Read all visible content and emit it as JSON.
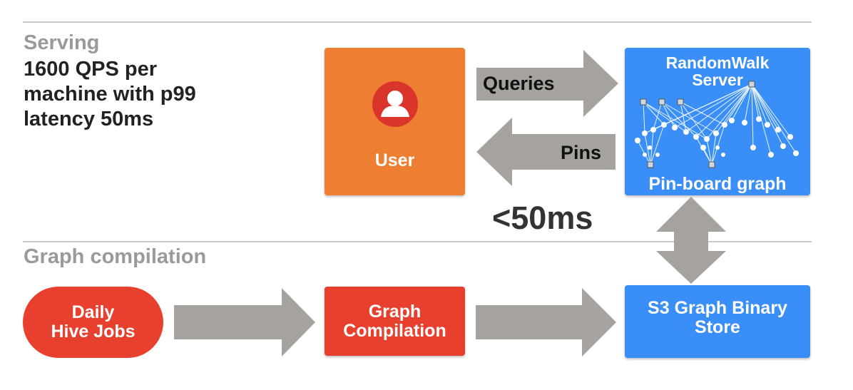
{
  "serving": {
    "title": "Serving",
    "description_lines": [
      "1600 QPS per",
      "machine with p99",
      "latency 50ms"
    ]
  },
  "compilation": {
    "title": "Graph compilation"
  },
  "nodes": {
    "user": {
      "label": "User",
      "color": "#EE7E32"
    },
    "randomwalk": {
      "label": "RandomWalk\nServer",
      "sublabel": "Pin-board graph",
      "color": "#3A8EF7"
    },
    "daily_hive": {
      "label": "Daily\nHive Jobs",
      "color": "#E8402F"
    },
    "graph_compilation": {
      "label": "Graph\nCompilation",
      "color": "#E8402F"
    },
    "s3_store": {
      "label": "S3 Graph Binary\nStore",
      "color": "#3A8EF7"
    }
  },
  "arrows": {
    "queries_label": "Queries",
    "pins_label": "Pins",
    "latency_label": "<50ms",
    "arrow_color": "#A6A29D"
  },
  "icons": {
    "user_avatar": "user-avatar-icon",
    "graph_illustration": "pin-board-graph-icon"
  }
}
